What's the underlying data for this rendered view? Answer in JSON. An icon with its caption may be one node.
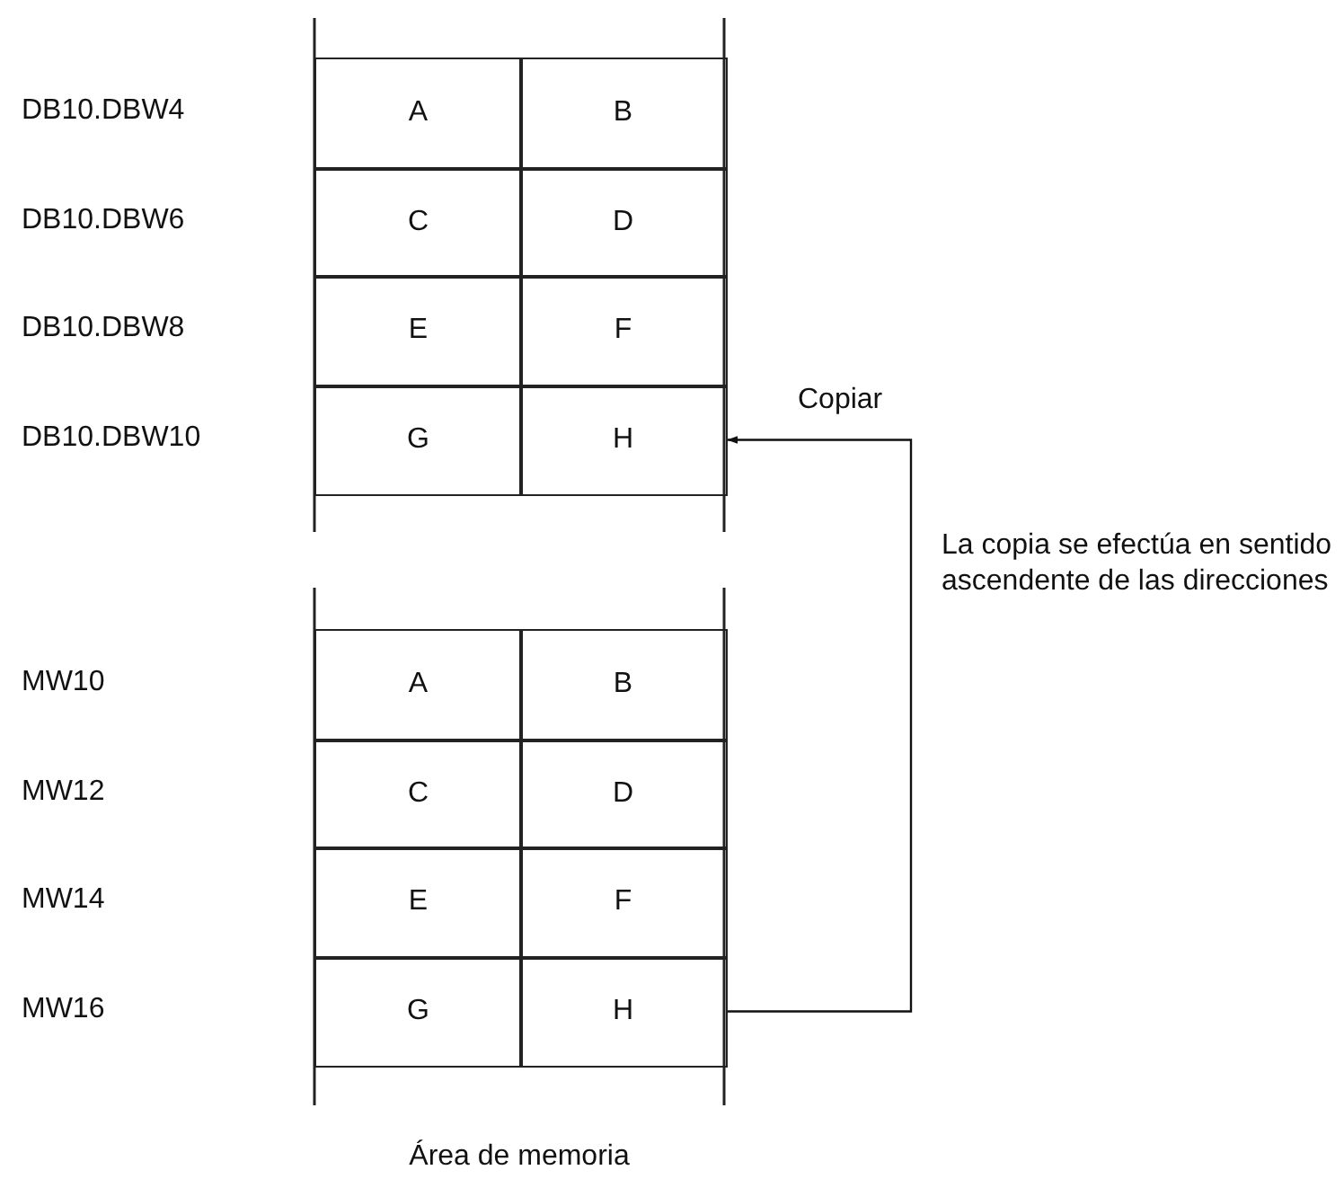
{
  "diagram": {
    "nodes": [
      {
        "text": [
          "A"
        ]
      },
      {
        "text": [
          "B"
        ]
      },
      {
        "text": [
          "C"
        ]
      },
      {
        "text": [
          "D"
        ]
      },
      {
        "text": [
          "E"
        ]
      },
      {
        "text": [
          "F"
        ]
      },
      {
        "text": [
          "G"
        ]
      },
      {
        "text": [
          "H"
        ]
      },
      {
        "text": [
          "A"
        ]
      },
      {
        "text": [
          "B"
        ]
      },
      {
        "text": [
          "C"
        ]
      },
      {
        "text": [
          "D"
        ]
      },
      {
        "text": [
          "E"
        ]
      },
      {
        "text": [
          "F"
        ]
      },
      {
        "text": [
          "G"
        ]
      },
      {
        "text": [
          "H"
        ]
      }
    ],
    "edges": [
      {
        "from": 15,
        "to": 7,
        "arrow": "to",
        "label": "Copiar"
      }
    ],
    "labels": [
      "DB10.DBW4",
      "DB10.DBW6",
      "DB10.DBW8",
      "DB10.DBW10",
      "La copia se efectúa en sentido ascendente de las direcciones",
      "MW10",
      "MW12",
      "MW14",
      "MW16",
      "Área de memoria"
    ]
  }
}
